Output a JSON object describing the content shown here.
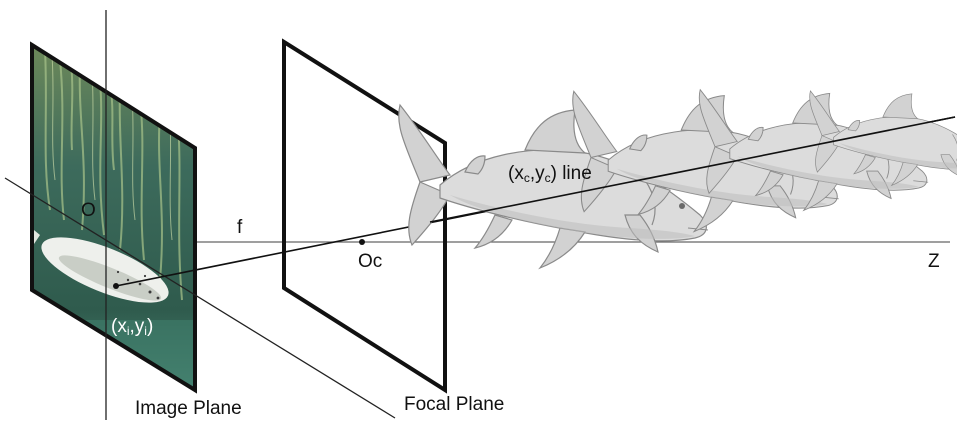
{
  "labels": {
    "origin": "O",
    "focal_length": "f",
    "optical_center": "Oc",
    "z_axis": "Z",
    "image_plane": "Image Plane",
    "focal_plane": "Focal Plane",
    "camera_point": {
      "open": "(x",
      "sub1": "c",
      "comma": ",y",
      "sub2": "c",
      "close": ") line"
    },
    "image_point": {
      "open": "(x",
      "sub1": "i",
      "comma": ",y",
      "sub2": "i",
      "close": ")"
    }
  },
  "colors": {
    "lines": "#111111",
    "axis": "#555555",
    "water_dark": "#2f5b4d",
    "water_light": "#7aa392",
    "fish": "#dcdcdc"
  },
  "icons": {
    "underwater_photo": "fish-photo",
    "fish_models": "fish-3d-model"
  }
}
